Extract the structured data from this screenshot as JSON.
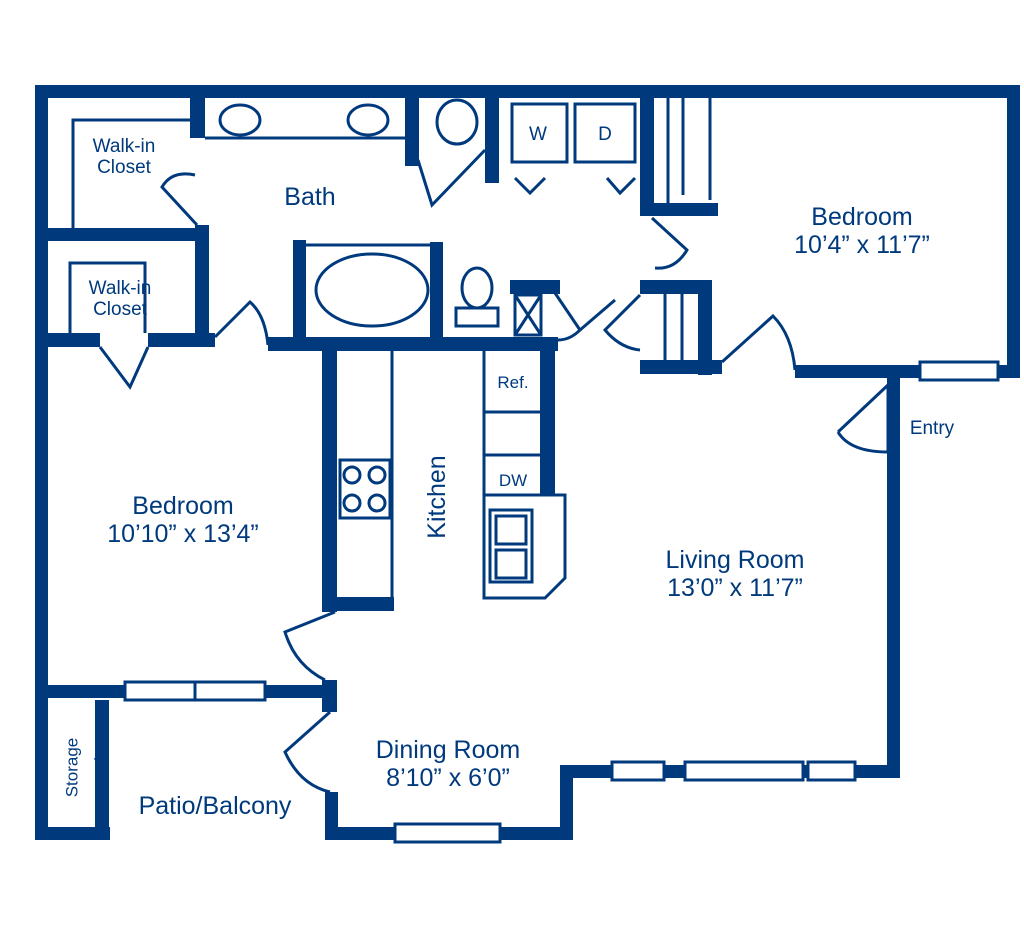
{
  "colors": {
    "wall": "#003a7d"
  },
  "rooms": {
    "walk_in_closet_1": "Walk-in\nCloset",
    "walk_in_closet_2": "Walk-in\nCloset",
    "bath": "Bath",
    "washer": "W",
    "dryer": "D",
    "bedroom_1": {
      "name": "Bedroom",
      "size": "10’4” x 11’7”"
    },
    "bedroom_2": {
      "name": "Bedroom",
      "size": "10’10” x 13’4”"
    },
    "kitchen": "Kitchen",
    "refrigerator": "Ref.",
    "dishwasher": "DW",
    "entry": "Entry",
    "living_room": {
      "name": "Living Room",
      "size": "13’0” x 11’7”"
    },
    "dining_room": {
      "name": "Dining Room",
      "size": "8’10” x 6’0”"
    },
    "storage": "Storage",
    "patio": "Patio/Balcony"
  }
}
